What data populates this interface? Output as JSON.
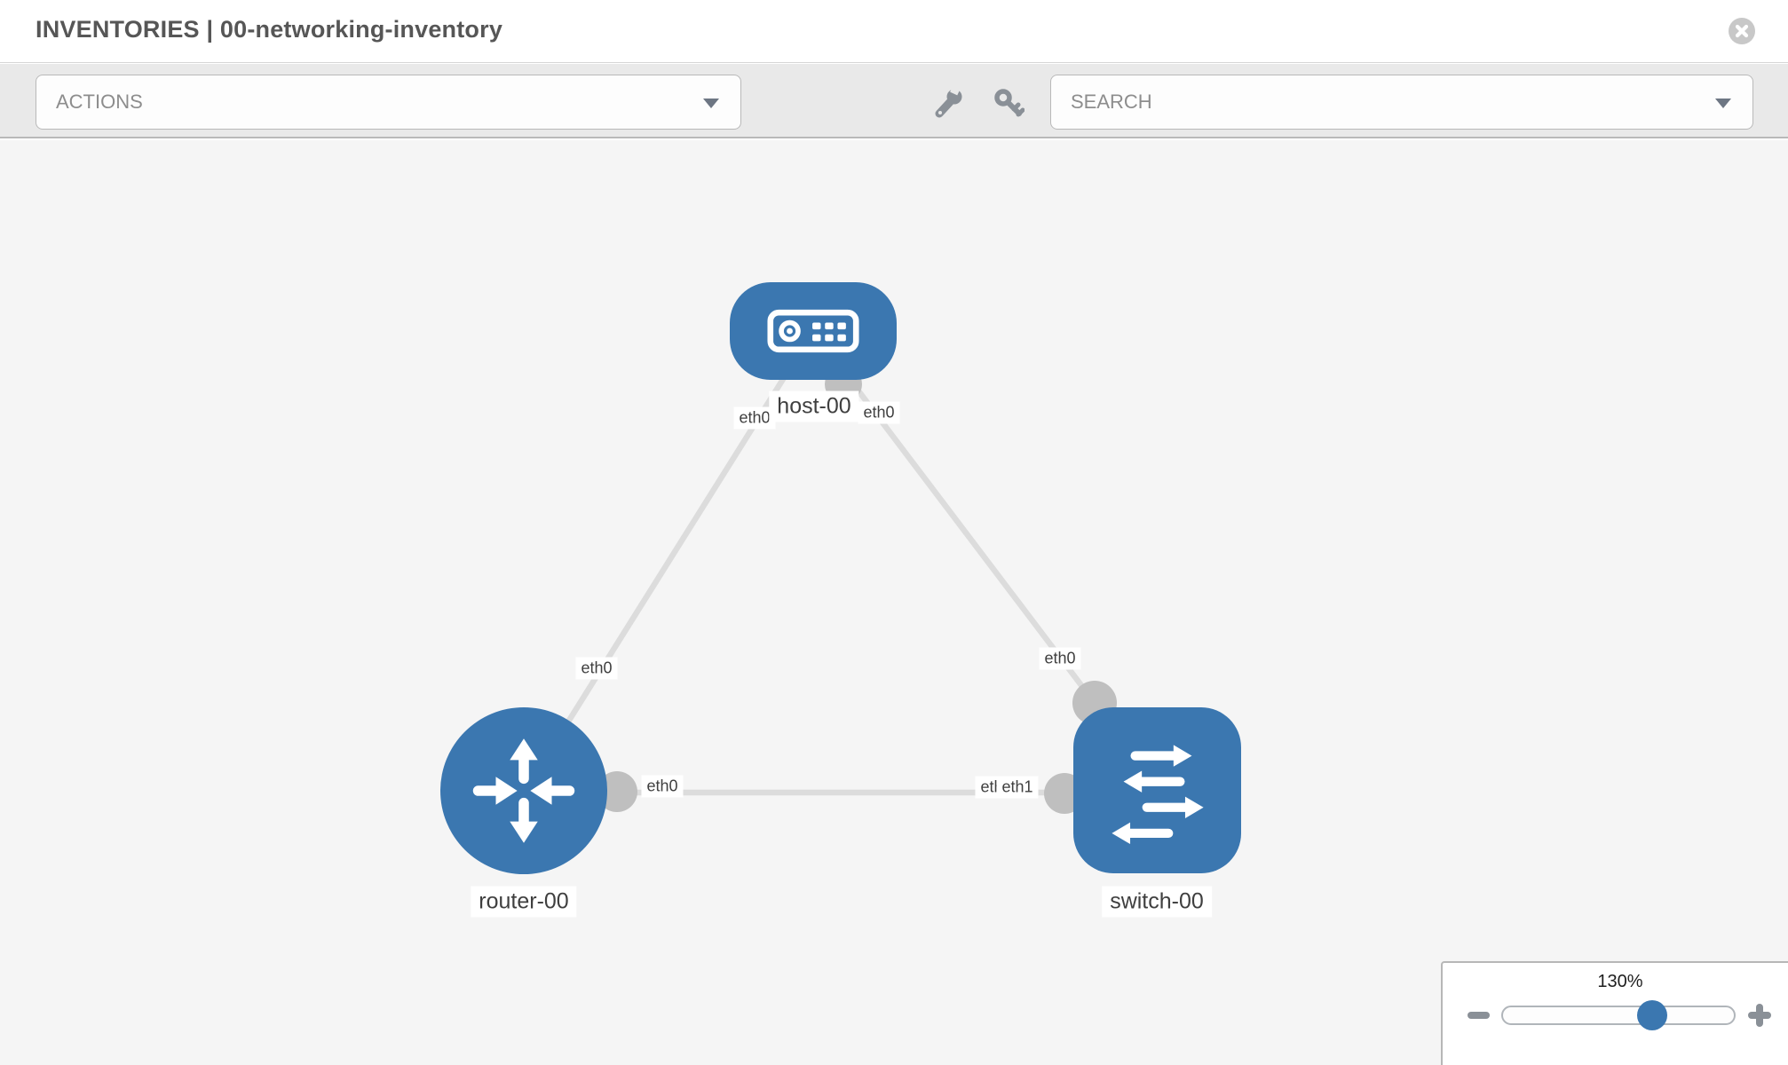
{
  "header": {
    "title": "INVENTORIES | 00-networking-inventory",
    "close_icon": "close-x"
  },
  "toolbar": {
    "actions": {
      "label": "ACTIONS"
    },
    "search": {
      "placeholder": "SEARCH"
    },
    "icon_buttons": [
      "wrench",
      "key"
    ]
  },
  "topology": {
    "nodes": [
      {
        "id": "host-00",
        "type": "host",
        "label": "host-00"
      },
      {
        "id": "router-00",
        "type": "router",
        "label": "router-00"
      },
      {
        "id": "switch-00",
        "type": "switch",
        "label": "switch-00"
      }
    ],
    "links": [
      {
        "from": "host-00",
        "to": "router-00",
        "from_interface": "eth0",
        "to_interface": "eth0"
      },
      {
        "from": "host-00",
        "to": "switch-00",
        "from_interface": "eth0",
        "to_interface": "eth0"
      },
      {
        "from": "router-00",
        "to": "switch-00",
        "from_interface": "eth0",
        "to_interface": "eth1"
      }
    ],
    "interface_labels": [
      {
        "text": "eth0"
      },
      {
        "text": "eth0"
      },
      {
        "text": "eth0"
      },
      {
        "text": "eth0"
      },
      {
        "text": "eth0"
      },
      {
        "text": "eth0"
      },
      {
        "text": "eth1"
      }
    ]
  },
  "zoom_control": {
    "level": "130%",
    "minus_icon": "minus",
    "plus_icon": "plus"
  },
  "colors": {
    "node_blue": "#3b77b0",
    "port_gray": "#bfbfbf",
    "link_gray": "#dcdcdc",
    "toolbar_gray": "#e9e9e9",
    "canvas_gray": "#f5f5f5"
  }
}
